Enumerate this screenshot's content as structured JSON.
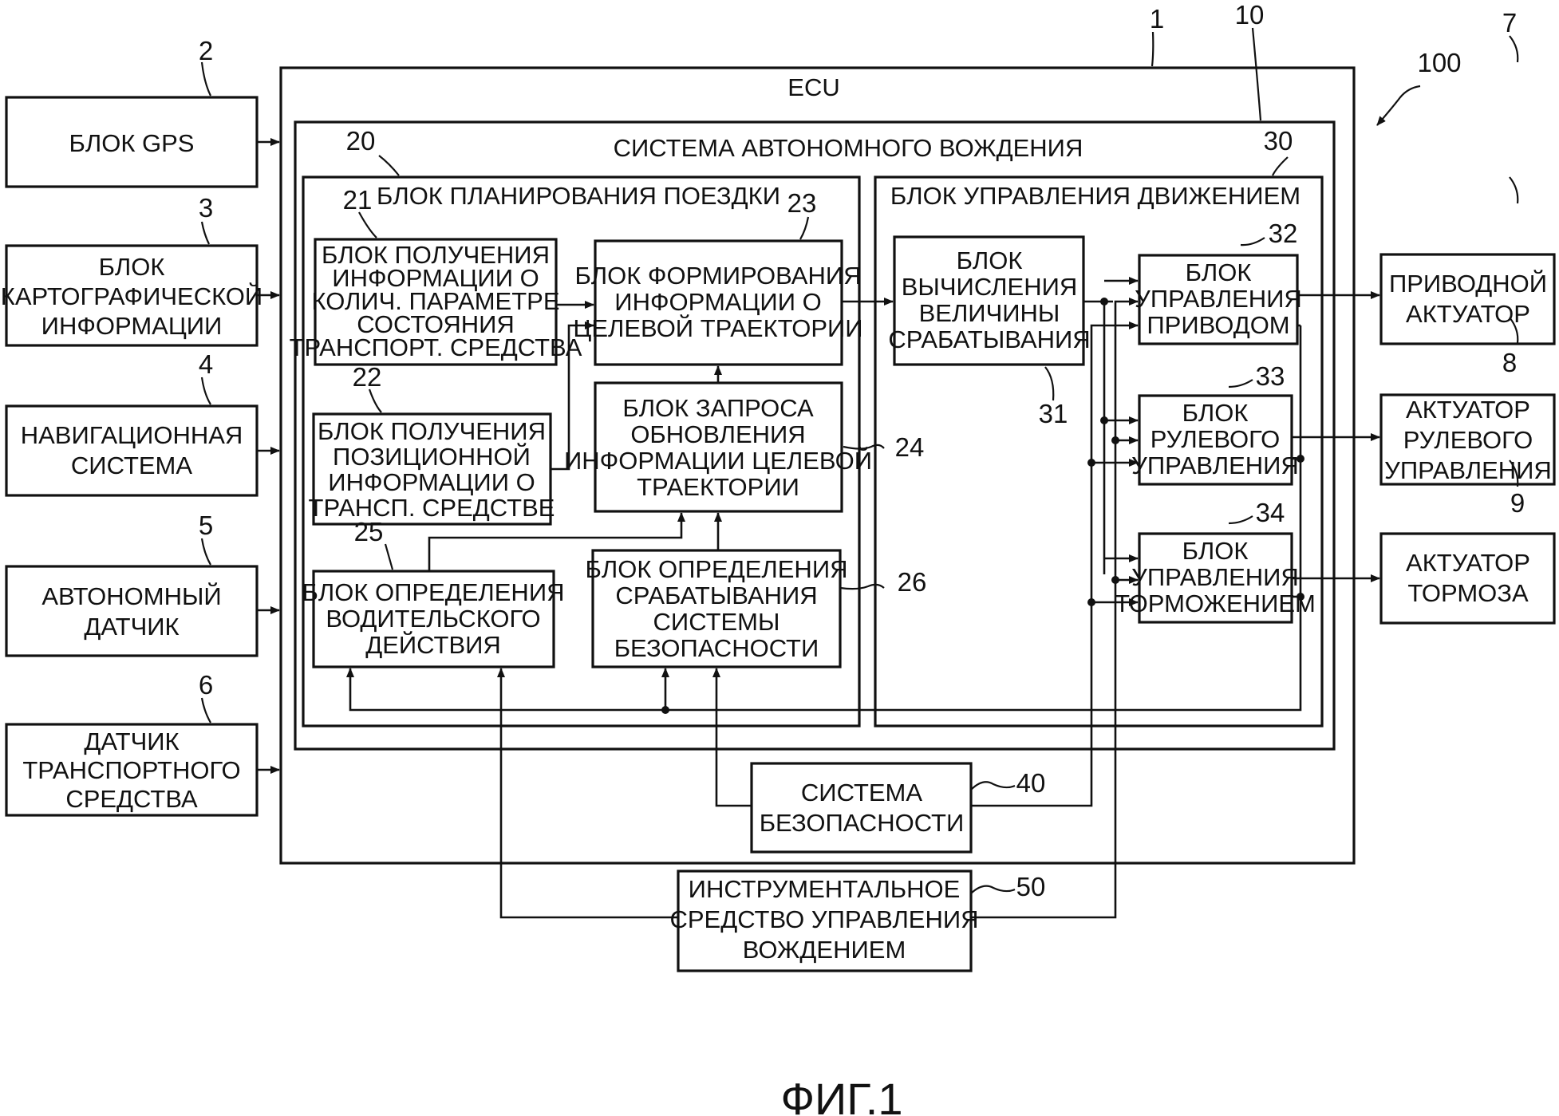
{
  "figure_label": "ФИГ.1",
  "refs": {
    "r1": "1",
    "r2": "2",
    "r3": "3",
    "r4": "4",
    "r5": "5",
    "r6": "6",
    "r7": "7",
    "r8": "8",
    "r9": "9",
    "r10": "10",
    "r20": "20",
    "r21": "21",
    "r22": "22",
    "r23": "23",
    "r24": "24",
    "r25": "25",
    "r26": "26",
    "r30": "30",
    "r31": "31",
    "r32": "32",
    "r33": "33",
    "r34": "34",
    "r40": "40",
    "r50": "50",
    "r100": "100"
  },
  "ecu": {
    "title": "ECU"
  },
  "ads": {
    "title": "СИСТЕМА АВТОНОМНОГО ВОЖДЕНИЯ"
  },
  "trip_planning": {
    "title": "БЛОК ПЛАНИРОВАНИЯ ПОЕЗДКИ"
  },
  "motion_control": {
    "title": "БЛОК УПРАВЛЕНИЯ ДВИЖЕНИЕМ"
  },
  "inputs": {
    "gps": [
      "БЛОК GPS"
    ],
    "map": [
      "БЛОК",
      "КАРТОГРАФИЧЕСКОЙ",
      "ИНФОРМАЦИИ"
    ],
    "nav": [
      "НАВИГАЦИОННАЯ",
      "СИСТЕМА"
    ],
    "autosensor": [
      "АВТОНОМНЫЙ",
      "ДАТЧИК"
    ],
    "vehsensor": [
      "ДАТЧИК",
      "ТРАНСПОРТНОГО",
      "СРЕДСТВА"
    ]
  },
  "blocks": {
    "b21": [
      "БЛОК ПОЛУЧЕНИЯ",
      "ИНФОРМАЦИИ О",
      "КОЛИЧ. ПАРАМЕТРЕ",
      "СОСТОЯНИЯ",
      "ТРАНСПОРТ. СРЕДСТВА"
    ],
    "b22": [
      "БЛОК ПОЛУЧЕНИЯ",
      "ПОЗИЦИОННОЙ",
      "ИНФОРМАЦИИ О",
      "ТРАНСП. СРЕДСТВЕ"
    ],
    "b23": [
      "БЛОК ФОРМИРОВАНИЯ",
      "ИНФОРМАЦИИ О",
      "ЦЕЛЕВОЙ ТРАЕКТОРИИ"
    ],
    "b24": [
      "БЛОК ЗАПРОСА",
      "ОБНОВЛЕНИЯ",
      "ИНФОРМАЦИИ ЦЕЛЕВОЙ",
      "ТРАЕКТОРИИ"
    ],
    "b25": [
      "БЛОК ОПРЕДЕЛЕНИЯ",
      "ВОДИТЕЛЬСКОГО",
      "ДЕЙСТВИЯ"
    ],
    "b26": [
      "БЛОК ОПРЕДЕЛЕНИЯ",
      "СРАБАТЫВАНИЯ",
      "СИСТЕМЫ",
      "БЕЗОПАСНОСТИ"
    ],
    "b31": [
      "БЛОК",
      "ВЫЧИСЛЕНИЯ",
      "ВЕЛИЧИНЫ",
      "СРАБАТЫВАНИЯ"
    ],
    "b32": [
      "БЛОК",
      "УПРАВЛЕНИЯ",
      "ПРИВОДОМ"
    ],
    "b33": [
      "БЛОК",
      "РУЛЕВОГО",
      "УПРАВЛЕНИЯ"
    ],
    "b34": [
      "БЛОК",
      "УПРАВЛЕНИЯ",
      "ТОРМОЖЕНИЕМ"
    ],
    "b40": [
      "СИСТЕМА",
      "БЕЗОПАСНОСТИ"
    ],
    "b50": [
      "ИНСТРУМЕНТАЛЬНОЕ",
      "СРЕДСТВО УПРАВЛЕНИЯ",
      "ВОЖДЕНИЕМ"
    ]
  },
  "actuators": {
    "a7": [
      "ПРИВОДНОЙ",
      "АКТУАТОР"
    ],
    "a8": [
      "АКТУАТОР",
      "РУЛЕВОГО",
      "УПРАВЛЕНИЯ"
    ],
    "a9": [
      "АКТУАТОР",
      "ТОРМОЗА"
    ]
  }
}
